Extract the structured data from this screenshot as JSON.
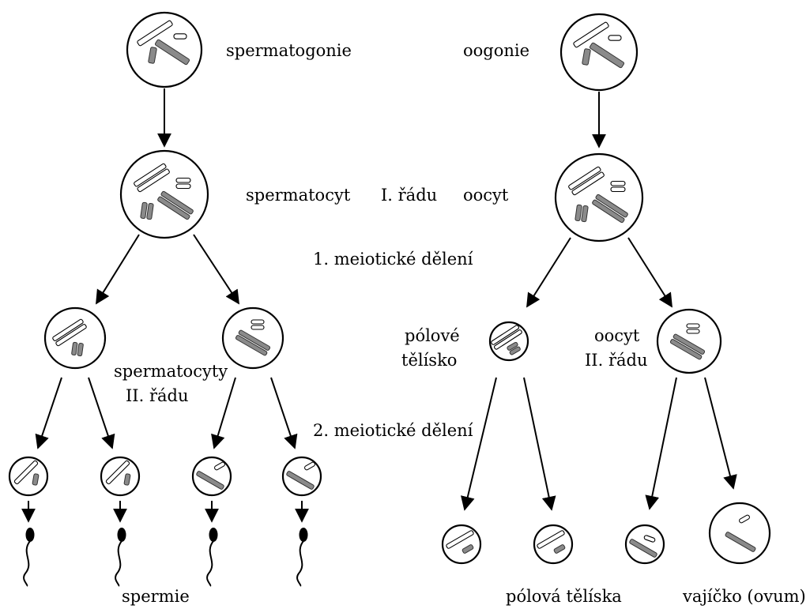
{
  "labels": {
    "spermatogonia": "spermatogonie",
    "oogonia": "oogonie",
    "spermatocyte1": "spermatocyt",
    "order1": "I. řádu",
    "oocyte1": "oocyt",
    "meiosis1": "1. meiotické dělení",
    "polar_body_line1": "pólové",
    "polar_body_line2": "tělísko",
    "oocyte2_line1": "oocyt",
    "oocyte2_line2": "II. řádu",
    "spermatocytes2_line1": "spermatocyty",
    "spermatocytes2_line2": "II. řádu",
    "meiosis2": "2. meiotické dělení",
    "sperm": "spermie",
    "polar_bodies": "pólová tělíska",
    "ovum": "vajíčko (ovum)"
  },
  "colors": {
    "large_chromosome": "#8a8a8a",
    "outline": "#000000",
    "background": "#ffffff"
  }
}
